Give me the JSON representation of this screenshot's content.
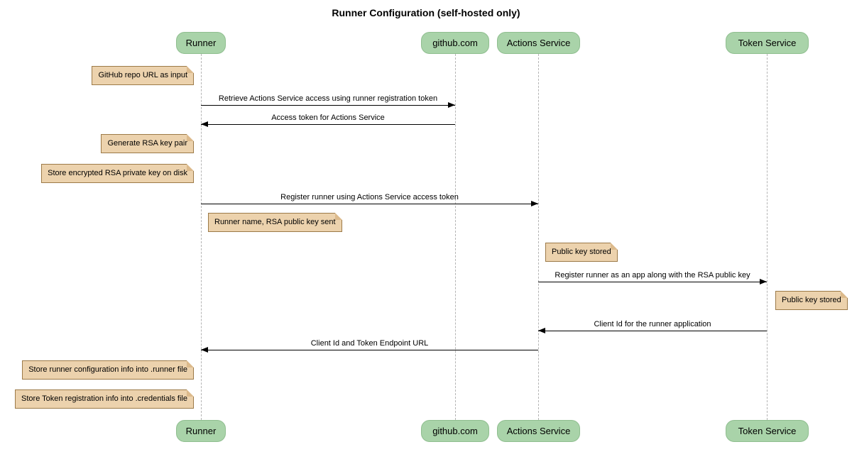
{
  "title": "Runner Configuration (self-hosted only)",
  "diagram_type": "sequence",
  "participants": [
    {
      "name": "Runner"
    },
    {
      "name": "github.com"
    },
    {
      "name": "Actions Service"
    },
    {
      "name": "Token Service"
    }
  ],
  "messages": [
    {
      "label": "Retrieve Actions Service access using runner registration token",
      "from": "Runner",
      "to": "github.com",
      "direction": "right"
    },
    {
      "label": "Access token for Actions Service",
      "from": "github.com",
      "to": "Runner",
      "direction": "left"
    },
    {
      "label": "Register runner using Actions Service access token",
      "from": "Runner",
      "to": "Actions Service",
      "direction": "right"
    },
    {
      "label": "Register runner as an app along with the RSA public key",
      "from": "Actions Service",
      "to": "Token Service",
      "direction": "right"
    },
    {
      "label": "Client Id for the runner application",
      "from": "Token Service",
      "to": "Actions Service",
      "direction": "left"
    },
    {
      "label": "Client Id and Token Endpoint URL",
      "from": "Actions Service",
      "to": "Runner",
      "direction": "left"
    }
  ],
  "notes": [
    {
      "text": "GitHub repo URL as input",
      "anchor": "Runner"
    },
    {
      "text": "Generate RSA key pair",
      "anchor": "Runner"
    },
    {
      "text": "Store encrypted RSA private key on disk",
      "anchor": "Runner"
    },
    {
      "text": "Runner name, RSA public key sent",
      "anchor": "Runner"
    },
    {
      "text": "Public key stored",
      "anchor": "Actions Service"
    },
    {
      "text": "Public key stored",
      "anchor": "Token Service"
    },
    {
      "text": "Store runner configuration info into .runner file",
      "anchor": "Runner"
    },
    {
      "text": "Store Token registration info into .credentials file",
      "anchor": "Runner"
    }
  ],
  "colors": {
    "participant_fill": "#a9d3a9",
    "participant_border": "#8fbe8f",
    "note_fill": "#ecd2ad",
    "note_border": "#9c7a48",
    "note_fold": "#dcba8c",
    "lifeline_color": "#b4b4b4",
    "message_color": "#000000",
    "background": "#ffffff"
  }
}
